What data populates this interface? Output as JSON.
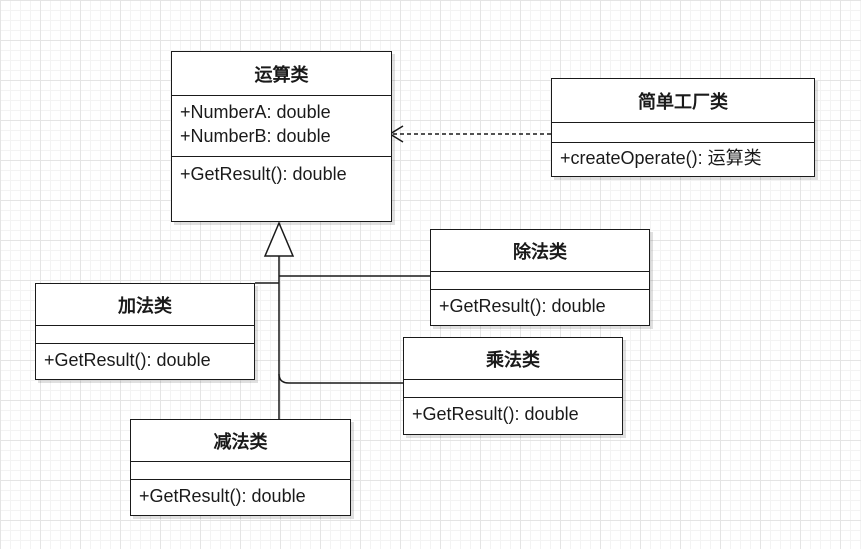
{
  "diagram": {
    "type": "uml-class-diagram",
    "colors": {
      "line": "#1a1a1a",
      "box_fill": "#ffffff",
      "grid": "#e4e4e4"
    }
  },
  "classes": {
    "operation": {
      "name": "运算类",
      "attributes": [
        "+NumberA: double",
        "+NumberB: double"
      ],
      "methods": [
        "+GetResult(): double"
      ]
    },
    "factory": {
      "name": "简单工厂类",
      "attributes": [],
      "method_prefix": "+createOperate(): ",
      "method_return": "运算类"
    },
    "add": {
      "name": "加法类",
      "attributes": [],
      "methods": [
        "+GetResult(): double"
      ]
    },
    "subtract": {
      "name": "减法类",
      "attributes": [],
      "methods": [
        "+GetResult(): double"
      ]
    },
    "divide": {
      "name": "除法类",
      "attributes": [],
      "methods": [
        "+GetResult(): double"
      ]
    },
    "multiply": {
      "name": "乘法类",
      "attributes": [],
      "methods": [
        "+GetResult(): double"
      ]
    }
  },
  "relationships": [
    {
      "type": "dependency",
      "from": "factory",
      "to": "operation"
    },
    {
      "type": "generalization",
      "from": "add",
      "to": "operation"
    },
    {
      "type": "generalization",
      "from": "subtract",
      "to": "operation"
    },
    {
      "type": "generalization",
      "from": "divide",
      "to": "operation"
    },
    {
      "type": "generalization",
      "from": "multiply",
      "to": "operation"
    }
  ]
}
